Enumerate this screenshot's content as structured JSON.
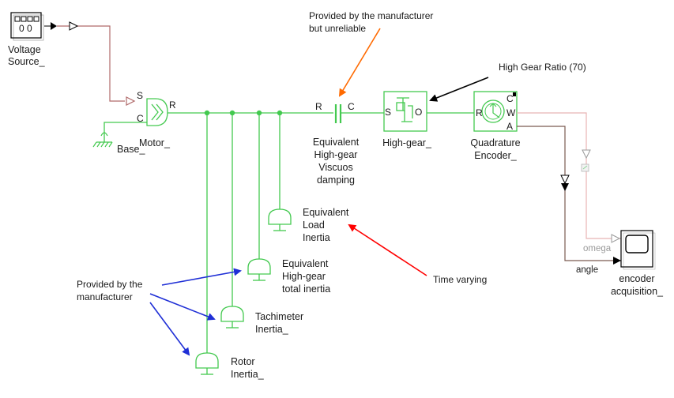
{
  "blocks": {
    "voltage_source": {
      "line1": "Voltage",
      "line2": "Source_",
      "display": "0 0"
    },
    "motor": {
      "label": "Motor_",
      "port_s": "S",
      "port_c": "C",
      "port_r": "R"
    },
    "base": {
      "label": "Base_"
    },
    "damper": {
      "line1": "Equivalent",
      "line2": "High-gear",
      "line3": "Viscuos",
      "line4": "damping",
      "port_r": "R",
      "port_c": "C"
    },
    "gear": {
      "label": "High-gear_",
      "port_s": "S",
      "port_o": "O"
    },
    "encoder": {
      "line1": "Quadrature",
      "line2": "Encoder_",
      "port_r": "R",
      "port_c": "C",
      "port_w": "W",
      "port_a": "A"
    },
    "scope": {
      "line1": "encoder",
      "line2": "acquisition_"
    },
    "inertia_load": {
      "line1": "Equivalent",
      "line2": "Load",
      "line3": "Inertia"
    },
    "inertia_gear": {
      "line1": "Equivalent",
      "line2": "High-gear",
      "line3": "total inertia"
    },
    "inertia_tach": {
      "line1": "Tachimeter",
      "line2": "Inertia_"
    },
    "inertia_rotor": {
      "line1": "Rotor",
      "line2": "Inertia_"
    }
  },
  "signals": {
    "omega": "omega",
    "angle": "angle"
  },
  "annotations": {
    "manufacturer_unreliable": {
      "line1": "Provided by the manufacturer",
      "line2": "but unreliable",
      "arrow_color": "#ff6a00"
    },
    "gear_ratio": {
      "text": "High Gear Ratio (70)",
      "arrow_color": "#000000"
    },
    "time_varying": {
      "text": "Time varying",
      "arrow_color": "#ff0000"
    },
    "provided_manufacturer": {
      "line1": "Provided by the",
      "line2": "manufacturer",
      "arrow_color": "#1f2fd6"
    }
  },
  "colors": {
    "physical_line": "#43c94f",
    "voltage_signal": "#b06a6a",
    "angle_signal": "#7a5a50",
    "omega_signal": "#e8b4b4"
  }
}
